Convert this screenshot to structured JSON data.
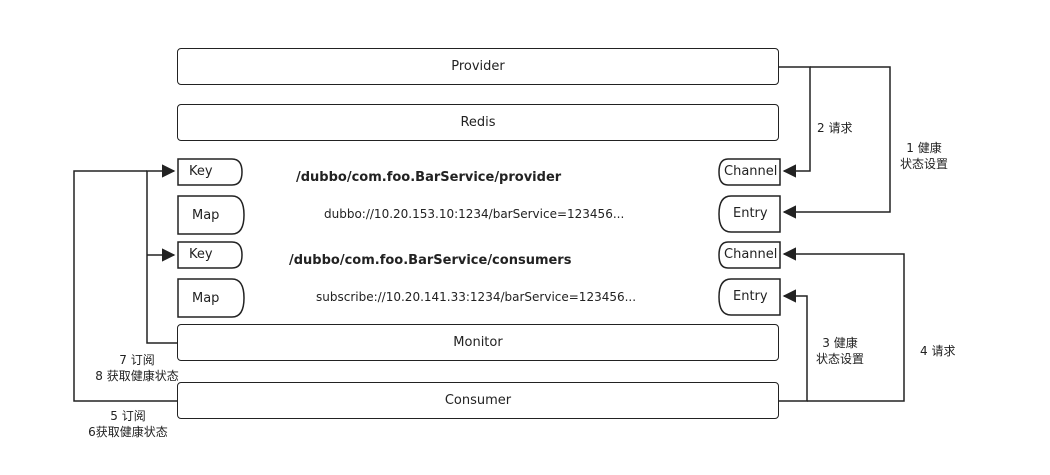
{
  "bars": {
    "provider": "Provider",
    "redis": "Redis",
    "monitor": "Monitor",
    "consumer": "Consumer"
  },
  "redis_entries": {
    "key_provider": "Key",
    "map_provider": "Map",
    "key_consumers": "Key",
    "map_consumers": "Map",
    "provider_path": "/dubbo/com.foo.BarService/provider",
    "provider_url": "dubbo://10.20.153.10:1234/barService=123456...",
    "consumers_path": "/dubbo/com.foo.BarService/consumers",
    "consumers_url": "subscribe://10.20.141.33:1234/barService=123456...",
    "channel_provider": "Channel",
    "entry_provider": "Entry",
    "channel_consumers": "Channel",
    "entry_consumers": "Entry"
  },
  "edge_labels": {
    "step1_a": "1 健康",
    "step1_b": "状态设置",
    "step2": "2 请求",
    "step3_a": "3 健康",
    "step3_b": "状态设置",
    "step4": "4 请求",
    "step5_a": "5 订阅",
    "step5_b": "6获取健康状态",
    "step7_a": "7 订阅",
    "step7_b": "8 获取健康状态"
  },
  "colors": {
    "stroke": "#222222",
    "background": "#ffffff"
  }
}
